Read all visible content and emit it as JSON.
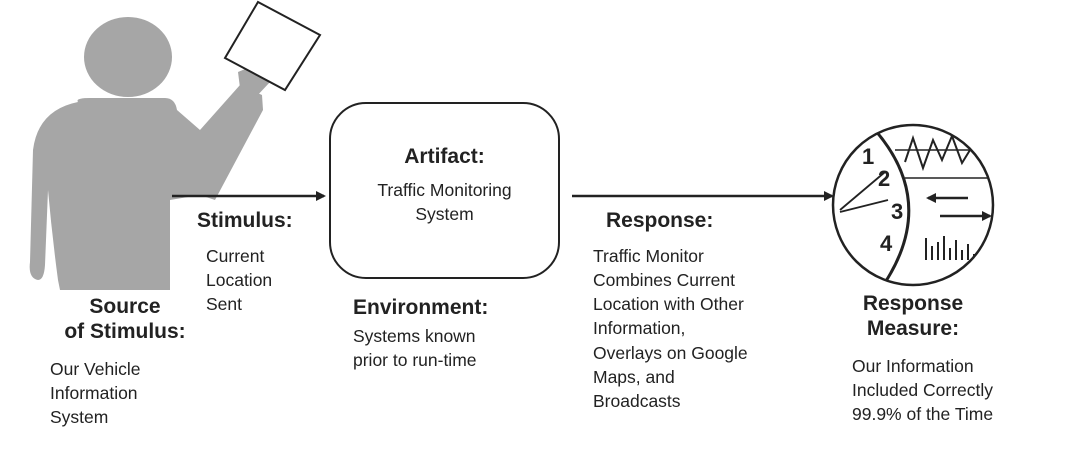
{
  "source": {
    "title_lines": [
      "Source",
      "of Stimulus:"
    ],
    "body_lines": [
      "Our Vehicle",
      "Information",
      "System"
    ]
  },
  "stimulus": {
    "title": "Stimulus:",
    "body_lines": [
      "Current",
      "Location",
      "Sent"
    ]
  },
  "artifact": {
    "title": "Artifact:",
    "body_lines": [
      "Traffic Monitoring",
      "System"
    ]
  },
  "environment": {
    "title": "Environment:",
    "body_lines": [
      "Systems known",
      "prior to run-time"
    ]
  },
  "response": {
    "title": "Response:",
    "body_lines": [
      "Traffic Monitor",
      "Combines Current",
      "Location with Other",
      "Information,",
      "Overlays on Google",
      "Maps, and",
      "Broadcasts"
    ]
  },
  "response_measure": {
    "title_lines": [
      "Response",
      "Measure:"
    ],
    "body_lines": [
      "Our Information",
      "Included Correctly",
      "99.9% of the Time"
    ]
  },
  "gauge": {
    "numbers": [
      "1",
      "2",
      "3",
      "4"
    ]
  },
  "colors": {
    "figure": "#a6a6a6",
    "ink": "#222222"
  }
}
